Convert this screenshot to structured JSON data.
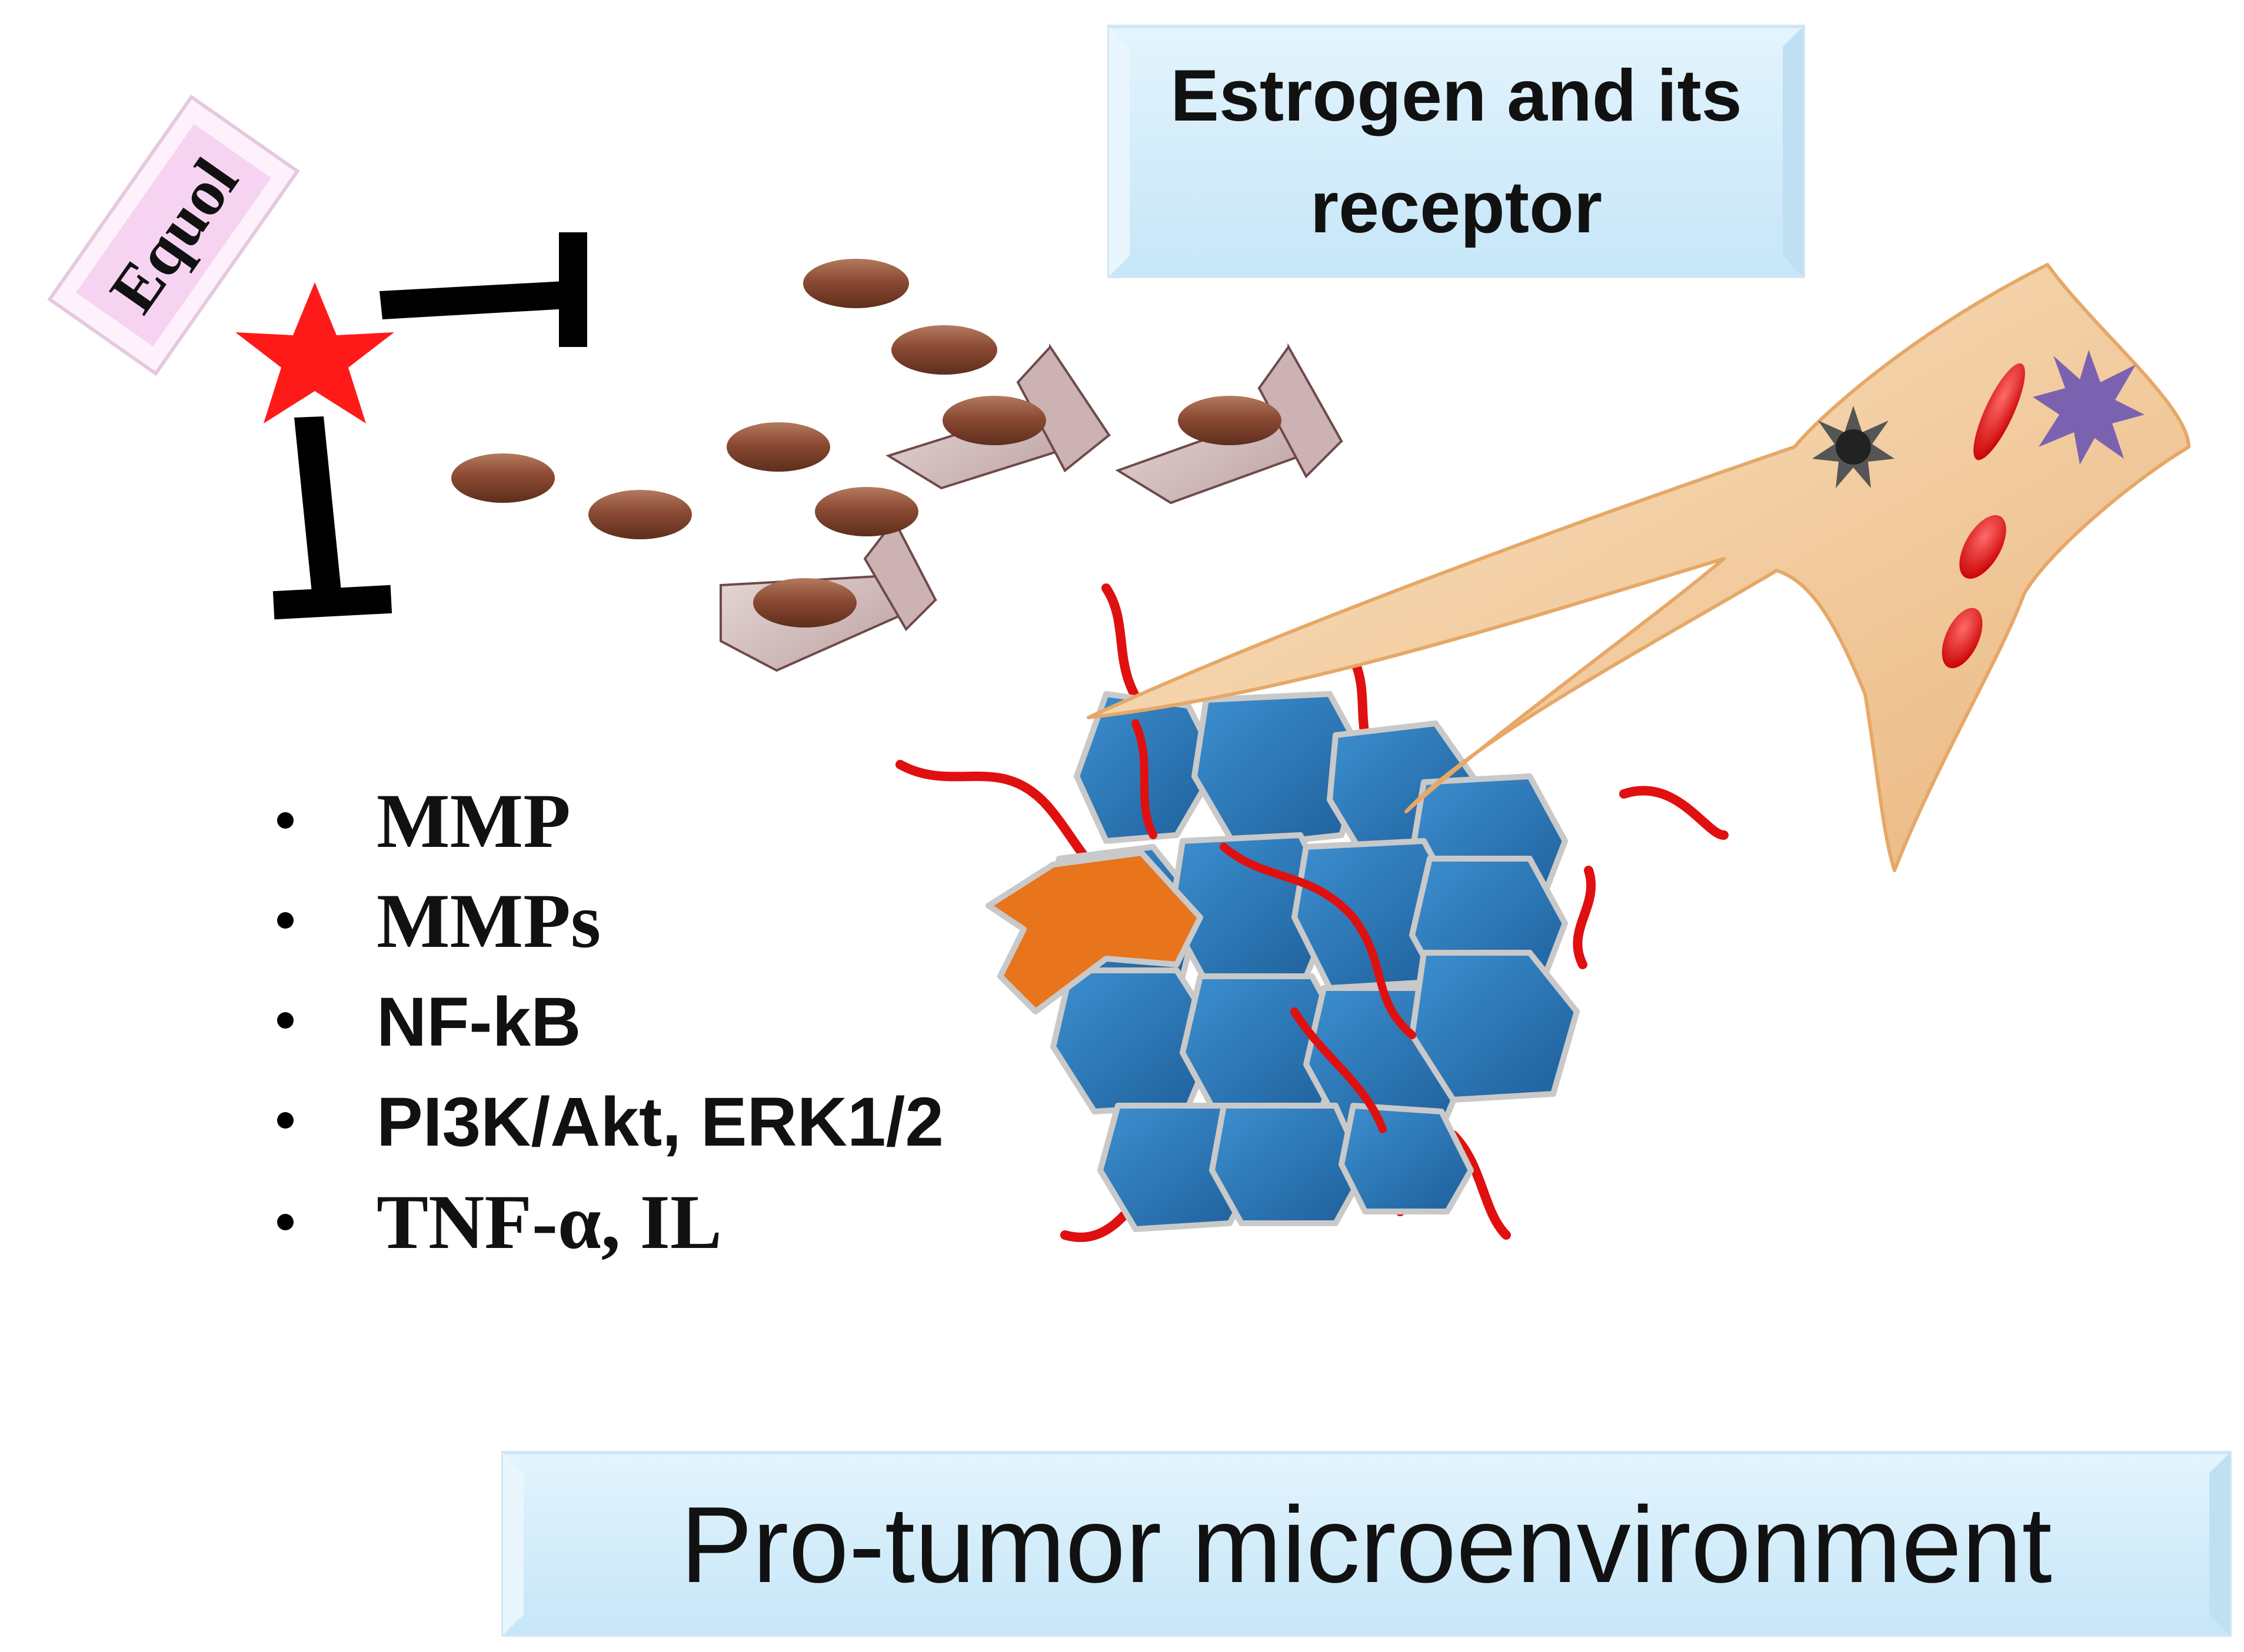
{
  "equol_label": "Equol",
  "estrogen_label": "Estrogen and its receptor",
  "estrogen_lines": [
    "Estrogen and its",
    "receptor"
  ],
  "bullets": [
    "MMP",
    "MMPs",
    "NF-kB",
    "PI3K/Akt, ERK1/2",
    "TNF-α, IL"
  ],
  "footer_label": "Pro-tumor microenvironment",
  "colors": {
    "box_fill": "#d3eefc",
    "equol_fill": "#f7d3f2",
    "star": "#ff1a1a",
    "pill": "#8b4a33",
    "receptor": "#d8c2c2",
    "tumor_blue": "#2b77b8",
    "tumor_orange": "#e8741c",
    "fiber_red": "#e01010",
    "fibroblast": "#f6d2a4",
    "inhibit_bar": "#000000"
  }
}
